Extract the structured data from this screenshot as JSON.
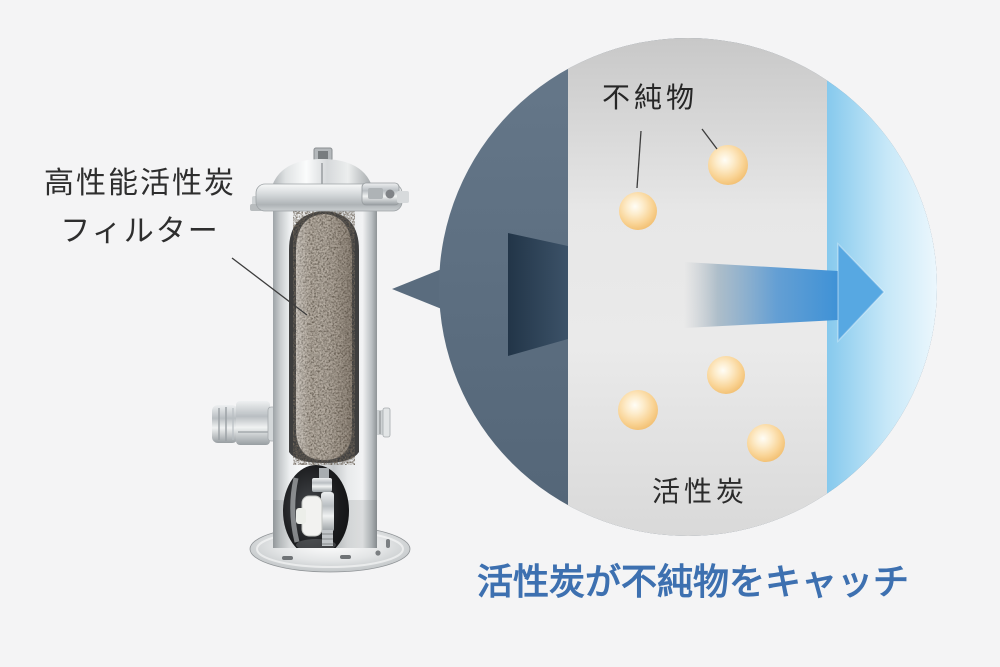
{
  "labels": {
    "filter_line1": "高性能活性炭",
    "filter_line2": "フィルター",
    "impurities": "不純物",
    "activated_carbon": "活性炭",
    "caption": "活性炭が不純物をキャッチ"
  },
  "colors": {
    "background": "#f4f4f5",
    "slate": "#5a6c7e",
    "dark_inlet": "#27394b",
    "carbon_band": "#e2e2e2",
    "clean_water": "#a9daf3",
    "arrow_blue": "#57a8e2",
    "impurity_sphere": "#f5c473",
    "caption_text": "#3d70b0",
    "label_text": "#2e2e2e"
  },
  "diagram": {
    "impurity_count": 5
  }
}
